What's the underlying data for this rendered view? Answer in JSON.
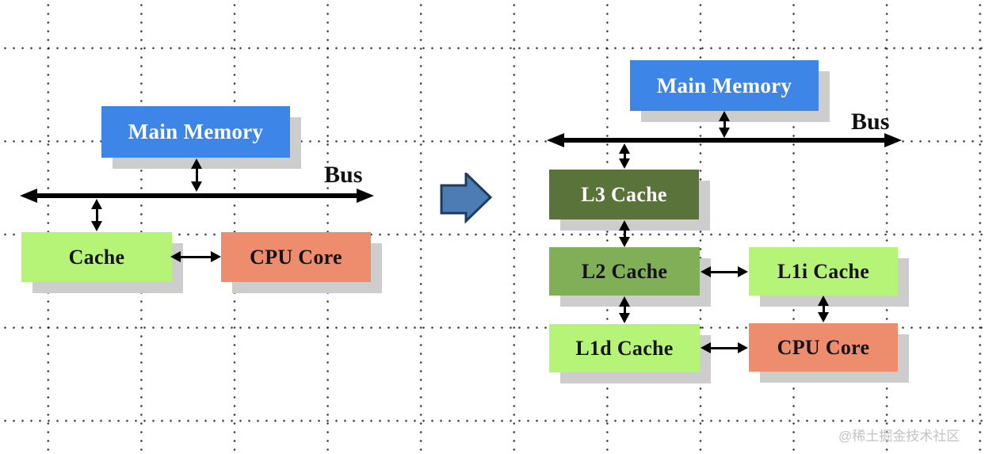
{
  "left": {
    "main_memory": "Main Memory",
    "bus": "Bus",
    "cache": "Cache",
    "cpu_core": "CPU Core"
  },
  "right": {
    "main_memory": "Main Memory",
    "bus": "Bus",
    "l3": "L3 Cache",
    "l2": "L2 Cache",
    "l1i": "L1i Cache",
    "l1d": "L1d Cache",
    "cpu_core": "CPU Core"
  },
  "watermark": "@稀土掘金技术社区",
  "colors": {
    "main_memory_blue": "#3e85e8",
    "light_green": "#b6f478",
    "salmon": "#ee8d6d",
    "l3_dark_olive": "#5a733b",
    "l2_olive": "#81af58",
    "shadow_gray": "#cdcdcd",
    "arrow_black": "#000000",
    "transition_fill": "#4d7cb4",
    "transition_border": "#1c3c5e",
    "watermark_gray": "#c3c3c3"
  }
}
